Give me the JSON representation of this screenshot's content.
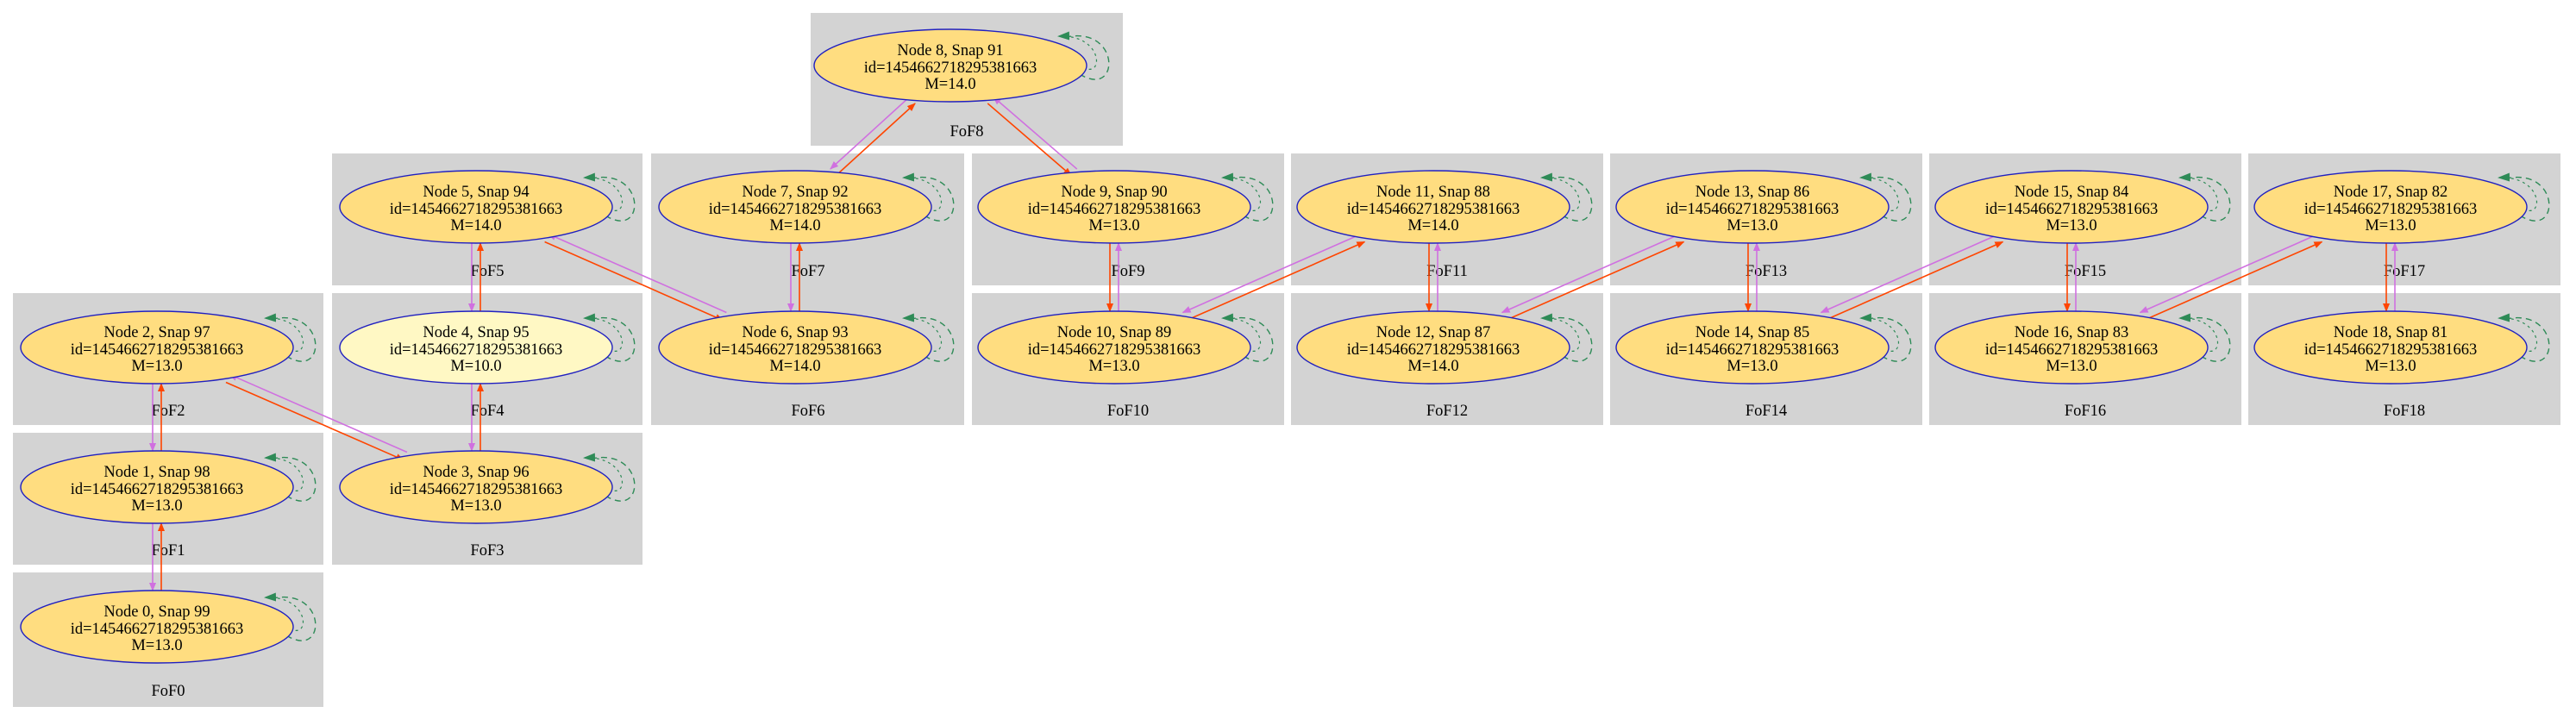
{
  "colors": {
    "background": "#ffffff",
    "cluster_fill": "#d3d3d3",
    "node_fill": "#ffdd80",
    "node_fill_light": "#fff8c4",
    "node_border": "#2020c0",
    "edge_descendant": "#ff4500",
    "edge_progenitor": "#d070e0",
    "self_loop_solid": "#2e8b57",
    "self_loop_dashed": "#2e8b57"
  },
  "clusters": [
    {
      "id": "FoF0",
      "label": "FoF0"
    },
    {
      "id": "FoF1",
      "label": "FoF1"
    },
    {
      "id": "FoF2",
      "label": "FoF2"
    },
    {
      "id": "FoF3",
      "label": "FoF3"
    },
    {
      "id": "FoF4",
      "label": "FoF4"
    },
    {
      "id": "FoF5",
      "label": "FoF5"
    },
    {
      "id": "FoF6",
      "label": "FoF6"
    },
    {
      "id": "FoF7",
      "label": "FoF7"
    },
    {
      "id": "FoF8",
      "label": "FoF8"
    },
    {
      "id": "FoF9",
      "label": "FoF9"
    },
    {
      "id": "FoF10",
      "label": "FoF10"
    },
    {
      "id": "FoF11",
      "label": "FoF11"
    },
    {
      "id": "FoF12",
      "label": "FoF12"
    },
    {
      "id": "FoF13",
      "label": "FoF13"
    },
    {
      "id": "FoF14",
      "label": "FoF14"
    },
    {
      "id": "FoF15",
      "label": "FoF15"
    },
    {
      "id": "FoF16",
      "label": "FoF16"
    },
    {
      "id": "FoF17",
      "label": "FoF17"
    },
    {
      "id": "FoF18",
      "label": "FoF18"
    }
  ],
  "nodes": [
    {
      "id": "n0",
      "cluster": "FoF0",
      "title": "Node 0, Snap 99",
      "idline": "id=1454662718295381663",
      "mass": "M=13.0",
      "light": false
    },
    {
      "id": "n1",
      "cluster": "FoF1",
      "title": "Node 1, Snap 98",
      "idline": "id=1454662718295381663",
      "mass": "M=13.0",
      "light": false
    },
    {
      "id": "n2",
      "cluster": "FoF2",
      "title": "Node 2, Snap 97",
      "idline": "id=1454662718295381663",
      "mass": "M=13.0",
      "light": false
    },
    {
      "id": "n3",
      "cluster": "FoF3",
      "title": "Node 3, Snap 96",
      "idline": "id=1454662718295381663",
      "mass": "M=13.0",
      "light": false
    },
    {
      "id": "n4",
      "cluster": "FoF4",
      "title": "Node 4, Snap 95",
      "idline": "id=1454662718295381663",
      "mass": "M=10.0",
      "light": true
    },
    {
      "id": "n5",
      "cluster": "FoF5",
      "title": "Node 5, Snap 94",
      "idline": "id=1454662718295381663",
      "mass": "M=14.0",
      "light": false
    },
    {
      "id": "n6",
      "cluster": "FoF6",
      "title": "Node 6, Snap 93",
      "idline": "id=1454662718295381663",
      "mass": "M=14.0",
      "light": false
    },
    {
      "id": "n7",
      "cluster": "FoF7",
      "title": "Node 7, Snap 92",
      "idline": "id=1454662718295381663",
      "mass": "M=14.0",
      "light": false
    },
    {
      "id": "n8",
      "cluster": "FoF8",
      "title": "Node 8, Snap 91",
      "idline": "id=1454662718295381663",
      "mass": "M=14.0",
      "light": false
    },
    {
      "id": "n9",
      "cluster": "FoF9",
      "title": "Node 9, Snap 90",
      "idline": "id=1454662718295381663",
      "mass": "M=13.0",
      "light": false
    },
    {
      "id": "n10",
      "cluster": "FoF10",
      "title": "Node 10, Snap 89",
      "idline": "id=1454662718295381663",
      "mass": "M=13.0",
      "light": false
    },
    {
      "id": "n11",
      "cluster": "FoF11",
      "title": "Node 11, Snap 88",
      "idline": "id=1454662718295381663",
      "mass": "M=14.0",
      "light": false
    },
    {
      "id": "n12",
      "cluster": "FoF12",
      "title": "Node 12, Snap 87",
      "idline": "id=1454662718295381663",
      "mass": "M=14.0",
      "light": false
    },
    {
      "id": "n13",
      "cluster": "FoF13",
      "title": "Node 13, Snap 86",
      "idline": "id=1454662718295381663",
      "mass": "M=13.0",
      "light": false
    },
    {
      "id": "n14",
      "cluster": "FoF14",
      "title": "Node 14, Snap 85",
      "idline": "id=1454662718295381663",
      "mass": "M=13.0",
      "light": false
    },
    {
      "id": "n15",
      "cluster": "FoF15",
      "title": "Node 15, Snap 84",
      "idline": "id=1454662718295381663",
      "mass": "M=13.0",
      "light": false
    },
    {
      "id": "n16",
      "cluster": "FoF16",
      "title": "Node 16, Snap 83",
      "idline": "id=1454662718295381663",
      "mass": "M=13.0",
      "light": false
    },
    {
      "id": "n17",
      "cluster": "FoF17",
      "title": "Node 17, Snap 82",
      "idline": "id=1454662718295381663",
      "mass": "M=13.0",
      "light": false
    },
    {
      "id": "n18",
      "cluster": "FoF18",
      "title": "Node 18, Snap 81",
      "idline": "id=1454662718295381663",
      "mass": "M=13.0",
      "light": false
    }
  ],
  "edges": [
    {
      "source": "n0",
      "target": "n1"
    },
    {
      "source": "n1",
      "target": "n2"
    },
    {
      "source": "n2",
      "target": "n3"
    },
    {
      "source": "n3",
      "target": "n4"
    },
    {
      "source": "n4",
      "target": "n5"
    },
    {
      "source": "n5",
      "target": "n6"
    },
    {
      "source": "n6",
      "target": "n7"
    },
    {
      "source": "n7",
      "target": "n8"
    },
    {
      "source": "n8",
      "target": "n9"
    },
    {
      "source": "n9",
      "target": "n10"
    },
    {
      "source": "n10",
      "target": "n11"
    },
    {
      "source": "n11",
      "target": "n12"
    },
    {
      "source": "n12",
      "target": "n13"
    },
    {
      "source": "n13",
      "target": "n14"
    },
    {
      "source": "n14",
      "target": "n15"
    },
    {
      "source": "n15",
      "target": "n16"
    },
    {
      "source": "n16",
      "target": "n17"
    },
    {
      "source": "n17",
      "target": "n18"
    }
  ]
}
